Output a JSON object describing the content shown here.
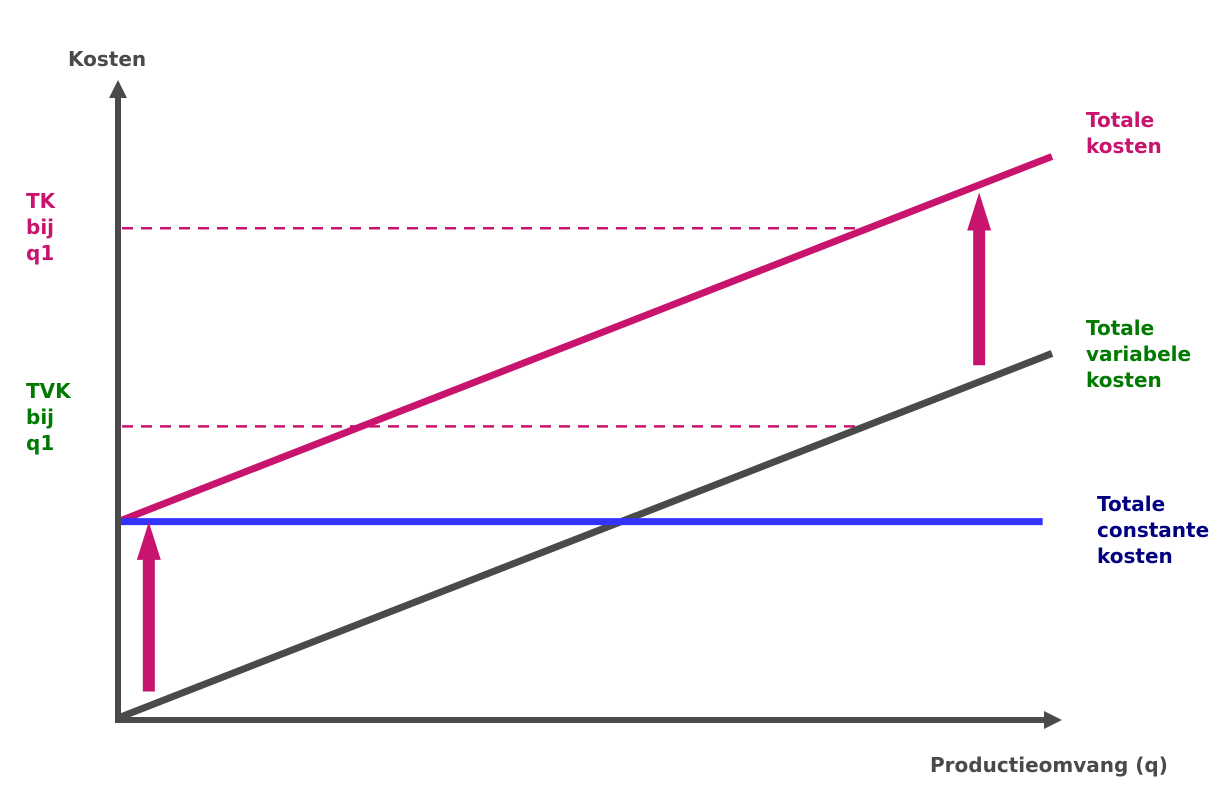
{
  "chart_data": {
    "type": "line",
    "ylabel": "Kosten",
    "xlabel": "Productieomvang (q)",
    "xlim": [
      0,
      1
    ],
    "ylim": [
      0,
      1
    ],
    "series": [
      {
        "name": "Totale kosten",
        "label_lines": [
          "Totale",
          "kosten"
        ],
        "color": "#c8146e",
        "x": [
          0,
          1
        ],
        "y": [
          0.334,
          0.955
        ]
      },
      {
        "name": "Totale variabele kosten",
        "label_lines": [
          "Totale",
          "variabele",
          "kosten"
        ],
        "color": "#4a4a4a",
        "x": [
          0,
          1
        ],
        "y": [
          0,
          0.62
        ]
      },
      {
        "name": "Totale constante kosten",
        "label_lines": [
          "Totale",
          "constante",
          "kosten"
        ],
        "color": "#3333ff",
        "label_color": "#000080",
        "x": [
          0,
          0.99
        ],
        "y": [
          0.334,
          0.334
        ]
      }
    ],
    "reference_lines": [
      {
        "name": "TK bij q1",
        "label_lines": [
          "TK",
          "bij",
          "q1"
        ],
        "color": "#c8146e",
        "y": 0.833,
        "x_end": 0.8
      },
      {
        "name": "TVK bij q1",
        "label_lines": [
          "TVK",
          "bij",
          "q1"
        ],
        "color": "#007a00",
        "line_color": "#c8146e",
        "y": 0.496,
        "x_end": 0.8
      }
    ],
    "arrows": [
      {
        "name": "constant-cost-arrow",
        "color": "#c8146e",
        "x": 0.033,
        "y_from": 0.045,
        "y_to": 0.32
      },
      {
        "name": "constant-cost-shift-arrow",
        "color": "#c8146e",
        "x": 0.922,
        "y_from": 0.6,
        "y_to": 0.88
      }
    ],
    "axis_color": "#4a4a4a",
    "grid": false
  }
}
